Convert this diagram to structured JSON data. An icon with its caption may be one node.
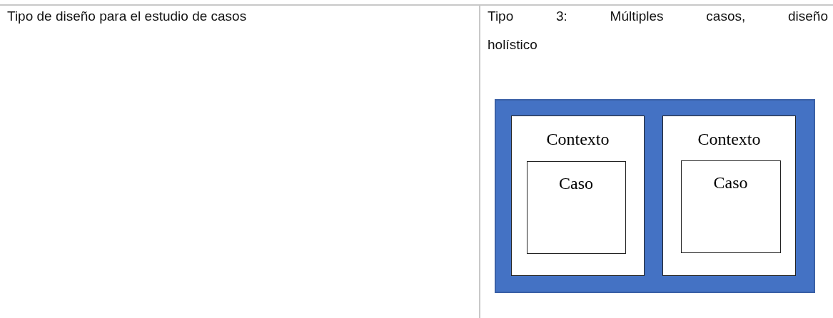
{
  "diagram": {
    "nodes": [
      {
        "text": [],
        "shape": "box"
      },
      {
        "text": [
          "Contexto"
        ],
        "in": 0
      },
      {
        "text": [
          "Caso"
        ],
        "in": 1
      },
      {
        "text": [
          "Contexto"
        ],
        "in": 0
      },
      {
        "text": [
          "Caso"
        ],
        "in": 3
      }
    ],
    "labels": [
      "Tipo de diseño para el estudio de casos",
      "Tipo 3: Múltiples casos, diseño holístico"
    ]
  }
}
